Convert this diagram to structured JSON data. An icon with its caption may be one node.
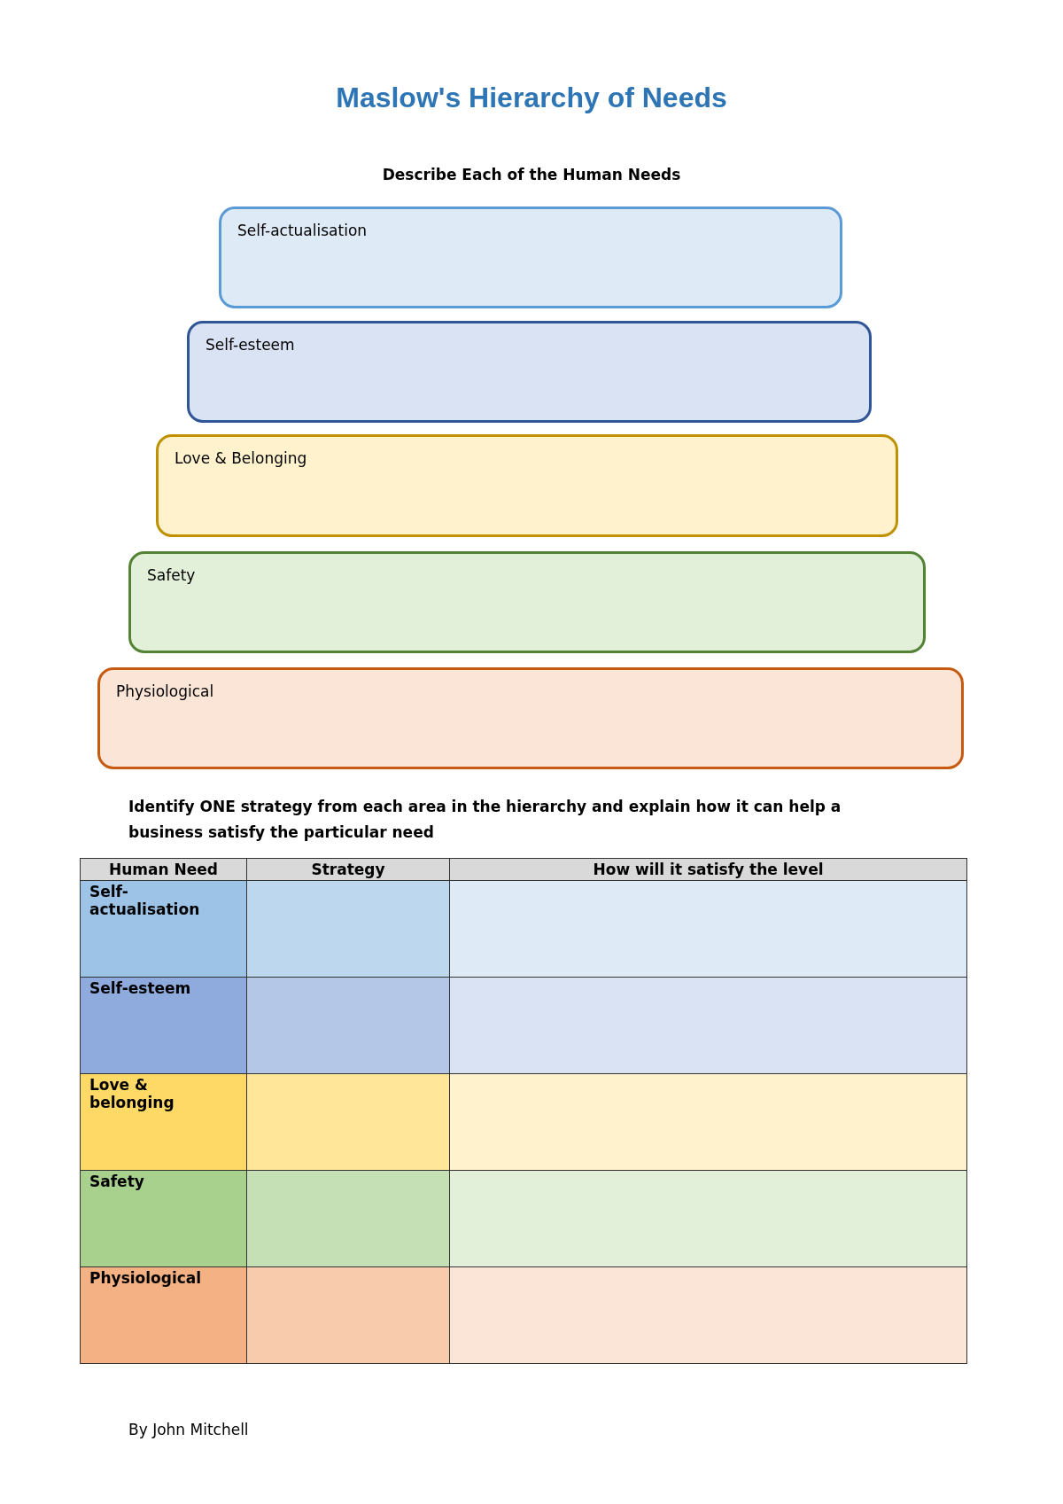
{
  "diagram": {
    "title": "Maslow's Hierarchy of Needs",
    "nodes": [
      {
        "text": [
          "Self-actualisation"
        ]
      },
      {
        "text": [
          "Self-esteem"
        ]
      },
      {
        "text": [
          "Love & Belonging"
        ]
      },
      {
        "text": [
          "Safety"
        ]
      },
      {
        "text": [
          "Physiological"
        ]
      }
    ],
    "edges": [],
    "labels": [
      "Describe Each of the Human Needs",
      "Identify ONE strategy from each area in the hierarchy and explain how it can help a business satisfy the particular need",
      "Human Need",
      "Strategy",
      "How will it satisfy the level",
      "Self-actualisation",
      "Self-esteem",
      "Love & belonging",
      "Safety",
      "Physiological",
      "By John Mitchell"
    ]
  }
}
